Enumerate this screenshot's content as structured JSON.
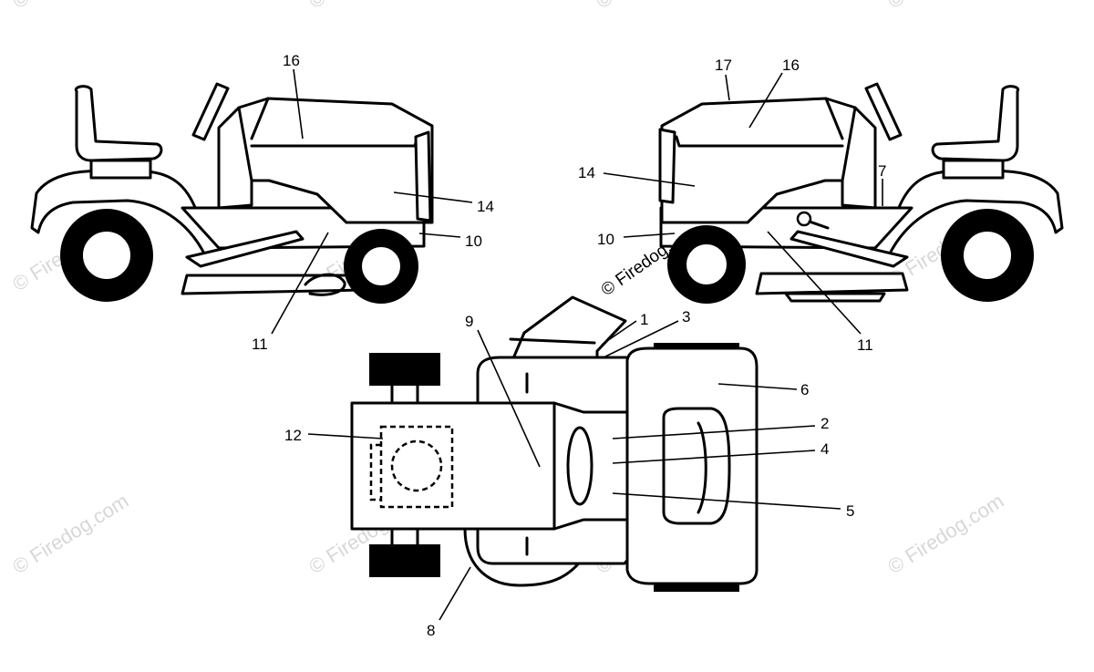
{
  "watermark": {
    "text": "© Firedog.com"
  },
  "labels": {
    "left_view": {
      "l16": "16",
      "l14": "14",
      "l10": "10",
      "l11": "11"
    },
    "right_view": {
      "l17": "17",
      "l16": "16",
      "l14": "14",
      "l7": "7",
      "l10": "10",
      "l11": "11"
    },
    "top_view": {
      "l9": "9",
      "l1": "1",
      "l3": "3",
      "l6": "6",
      "l12": "12",
      "l2": "2",
      "l4": "4",
      "l5": "5",
      "l8": "8"
    }
  }
}
